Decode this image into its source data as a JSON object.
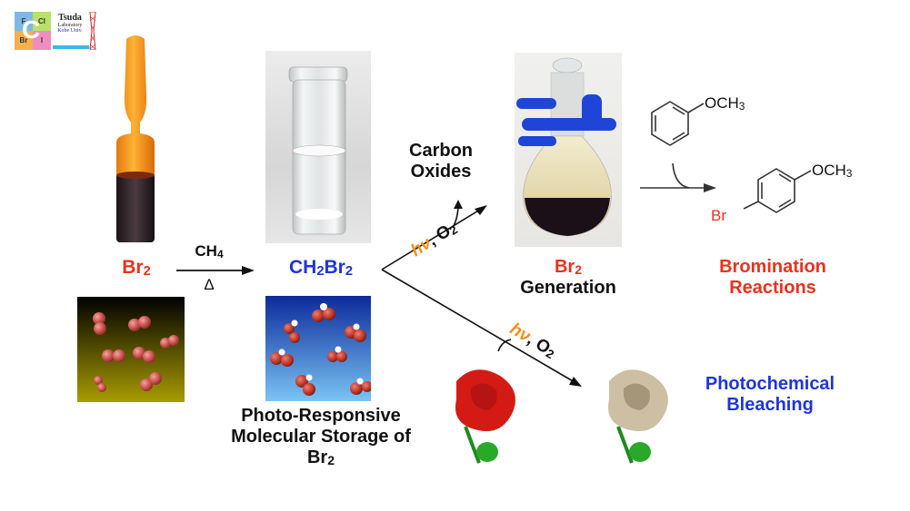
{
  "logo": {
    "cells": [
      "F",
      "Cl",
      "Br",
      "I"
    ],
    "center_letter": "C",
    "line1": "Tsuda",
    "line2": "Laboratory",
    "line3": "Kobe Univ.",
    "cell_colors": [
      "#7fb8e8",
      "#b8e06a",
      "#f4b04a",
      "#f08cc0"
    ]
  },
  "nodes": {
    "br2": {
      "main": "Br",
      "sub": "2",
      "color": "#e8321e"
    },
    "reagent_top": {
      "main": "CH",
      "sub": "4"
    },
    "reagent_bottom": "Δ",
    "ch2br2": {
      "p1": "CH",
      "s1": "2",
      "p2": "Br",
      "s2": "2",
      "color": "#1f35d8"
    },
    "carbon_oxides": [
      "Carbon",
      "Oxides"
    ],
    "br2_generation": {
      "main": "Br",
      "sub": "2",
      "line2": "Generation"
    },
    "bromination": [
      "Bromination",
      "Reactions"
    ],
    "photochemical": [
      "Photochemical",
      "Bleaching"
    ],
    "storage_caption": {
      "line1": "Photo-Responsive",
      "line2": "Molecular Storage of",
      "line3_main": "Br",
      "line3_sub": "2"
    }
  },
  "conditions": {
    "upper": {
      "hv": "hν",
      "sep": ",",
      "o2_main": "O",
      "o2_sub": "2"
    },
    "lower": {
      "hv": "hν",
      "sep": ",",
      "o2_main": "O",
      "o2_sub": "2"
    }
  },
  "chemistry": {
    "anisole_label": "OCH",
    "anisole_sub": "3",
    "product_label": "OCH",
    "product_sub": "3",
    "product_br": "Br"
  },
  "images": {
    "ampoule": "Br2 ampoule photo",
    "vial": "CH2Br2 vial photo",
    "flask": "Br2 generation flask photo",
    "br2_molecules": "Br2 molecular model",
    "ch2br2_molecules": "CH2Br2 molecular model",
    "rose_red": "red rose",
    "rose_bleached": "bleached rose"
  },
  "colors": {
    "red": "#e8321e",
    "blue": "#1f35d8",
    "orange": "#f0901a"
  }
}
